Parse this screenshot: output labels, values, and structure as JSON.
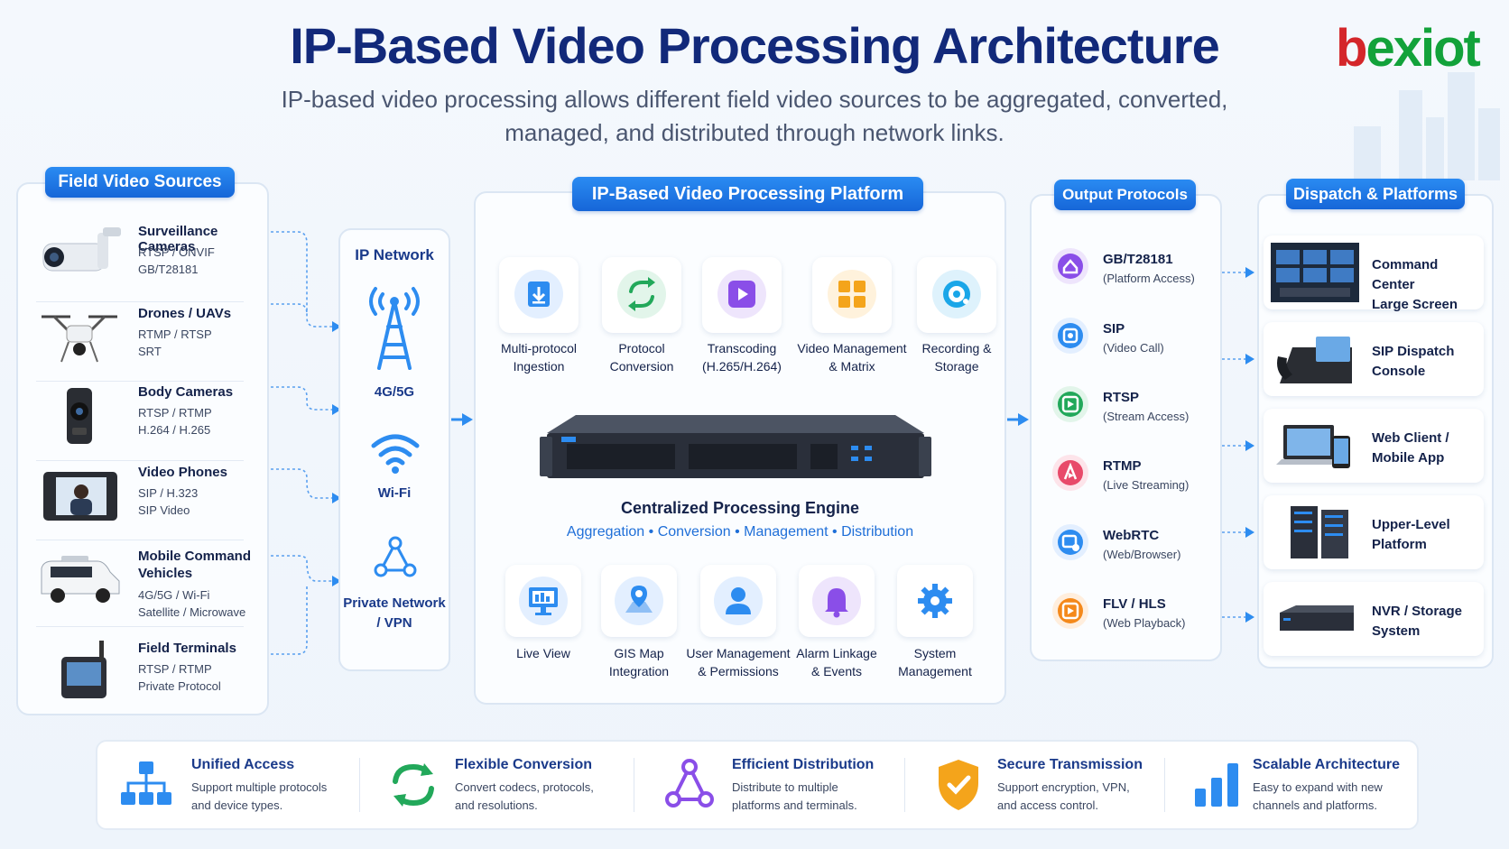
{
  "title": "IP-Based Video Processing Architecture",
  "subtitle_line1": "IP-based video processing allows different field video sources to be aggregated, converted,",
  "subtitle_line2": "managed, and distributed through network links.",
  "logo": {
    "text": "bexiot",
    "accent": "#d4262a",
    "brand": "#12a23a"
  },
  "sources": {
    "heading": "Field Video Sources",
    "items": [
      {
        "name": "Surveillance Cameras",
        "p1": "RTSP / ONVIF",
        "p2": "GB/T28181",
        "icon": "camera-icon"
      },
      {
        "name": "Drones / UAVs",
        "p1": "RTMP / RTSP",
        "p2": "SRT",
        "icon": "drone-icon"
      },
      {
        "name": "Body Cameras",
        "p1": "RTSP / RTMP",
        "p2": "H.264 / H.265",
        "icon": "body-camera-icon"
      },
      {
        "name": "Video Phones",
        "p1": "SIP / H.323",
        "p2": "SIP Video",
        "icon": "video-phone-icon"
      },
      {
        "name": "Mobile Command",
        "name2": "Vehicles",
        "p1": "4G/5G / Wi-Fi",
        "p2": "Satellite / Microwave",
        "icon": "vehicle-icon"
      },
      {
        "name": "Field Terminals",
        "p1": "RTSP / RTMP",
        "p2": "Private Protocol",
        "icon": "terminal-icon"
      }
    ]
  },
  "network": {
    "heading": "IP Network",
    "items": [
      {
        "label": "4G/5G",
        "icon": "cell-tower-icon"
      },
      {
        "label": "Wi-Fi",
        "icon": "wifi-icon"
      },
      {
        "label": "Private Network",
        "label2": "/ VPN",
        "icon": "network-nodes-icon"
      }
    ]
  },
  "platform": {
    "heading": "IP-Based Video Processing Platform",
    "top_modules": [
      {
        "l1": "Multi-protocol",
        "l2": "Ingestion",
        "icon": "download-icon",
        "color": "#2d8cf0"
      },
      {
        "l1": "Protocol",
        "l2": "Conversion",
        "icon": "sync-icon",
        "color": "#22a85a"
      },
      {
        "l1": "Transcoding",
        "l2": "(H.265/H.264)",
        "icon": "play-icon",
        "color": "#8a4ee8"
      },
      {
        "l1": "Video Management",
        "l2": "& Matrix",
        "icon": "grid-icon",
        "color": "#f4a41b"
      },
      {
        "l1": "Recording &",
        "l2": "Storage",
        "icon": "disc-icon",
        "color": "#1aa6e8"
      }
    ],
    "engine_title": "Centralized Processing Engine",
    "engine_features": [
      "Aggregation",
      "Conversion",
      "Management",
      "Distribution"
    ],
    "bottom_modules": [
      {
        "l1": "Live View",
        "l2": "",
        "icon": "monitor-icon",
        "color": "#2d8cf0"
      },
      {
        "l1": "GIS Map",
        "l2": "Integration",
        "icon": "map-pin-icon",
        "color": "#2d8cf0"
      },
      {
        "l1": "User Management",
        "l2": "& Permissions",
        "icon": "user-icon",
        "color": "#2d8cf0"
      },
      {
        "l1": "Alarm Linkage",
        "l2": "& Events",
        "icon": "bell-icon",
        "color": "#8a4ee8"
      },
      {
        "l1": "System",
        "l2": "Management",
        "icon": "gear-icon",
        "color": "#2d8cf0"
      }
    ]
  },
  "outputs": {
    "heading": "Output Protocols",
    "items": [
      {
        "name": "GB/T28181",
        "sub": "(Platform Access)",
        "color": "#8a4ee8"
      },
      {
        "name": "SIP",
        "sub": "(Video Call)",
        "color": "#2d8cf0"
      },
      {
        "name": "RTSP",
        "sub": "(Stream Access)",
        "color": "#22a85a"
      },
      {
        "name": "RTMP",
        "sub": "(Live Streaming)",
        "color": "#e84a6a"
      },
      {
        "name": "WebRTC",
        "sub": "(Web/Browser)",
        "color": "#2d8cf0"
      },
      {
        "name": "FLV / HLS",
        "sub": "(Web Playback)",
        "color": "#f4891b"
      }
    ]
  },
  "dispatch": {
    "heading": "Dispatch & Platforms",
    "items": [
      {
        "l1": "Command Center",
        "l2": "Large Screen",
        "icon": "video-wall-icon"
      },
      {
        "l1": "SIP Dispatch",
        "l2": "Console",
        "icon": "desk-phone-icon"
      },
      {
        "l1": "Web Client /",
        "l2": "Mobile App",
        "icon": "laptop-phone-icon"
      },
      {
        "l1": "Upper-Level",
        "l2": "Platform",
        "icon": "server-rack-icon"
      },
      {
        "l1": "NVR / Storage",
        "l2": "System",
        "icon": "nvr-icon"
      }
    ]
  },
  "features": [
    {
      "title": "Unified Access",
      "d1": "Support multiple protocols",
      "d2": "and device types.",
      "icon": "hierarchy-icon"
    },
    {
      "title": "Flexible Conversion",
      "d1": "Convert codecs, protocols,",
      "d2": "and resolutions.",
      "icon": "refresh-icon"
    },
    {
      "title": "Efficient Distribution",
      "d1": "Distribute to multiple",
      "d2": "platforms and terminals.",
      "icon": "share-nodes-icon"
    },
    {
      "title": "Secure Transmission",
      "d1": "Support encryption, VPN,",
      "d2": "and access control.",
      "icon": "shield-check-icon"
    },
    {
      "title": "Scalable Architecture",
      "d1": "Easy to expand with new",
      "d2": "channels and platforms.",
      "icon": "bar-chart-icon"
    }
  ]
}
